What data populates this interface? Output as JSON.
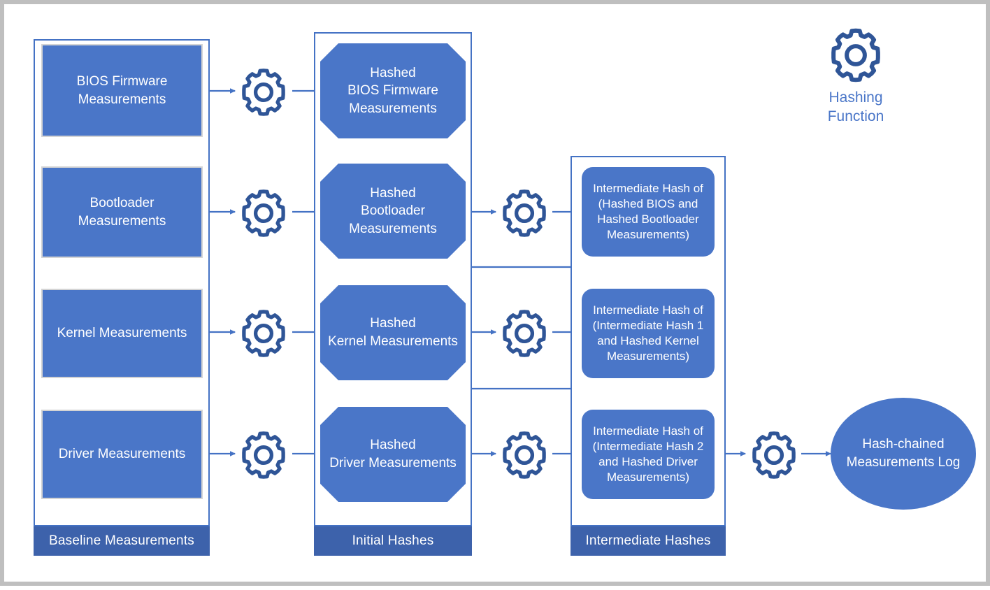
{
  "diagram": {
    "title": "Hash-chained measurement log construction",
    "colors": {
      "node_fill": "#4a76c8",
      "group_border": "#4472c4",
      "footer_fill": "#3d62ab",
      "connector": "#4472c4",
      "gear_stroke": "#2f5597",
      "text_on_node": "#ffffff",
      "legend_text": "#4a76c8",
      "canvas_border": "#bfbfbf"
    }
  },
  "legend": {
    "icon": "gear-icon",
    "label": "Hashing\nFunction"
  },
  "columns": [
    {
      "id": "baseline",
      "footer_label": "Baseline Measurements",
      "nodes": [
        {
          "id": "bios",
          "shape": "rectangle",
          "label": "BIOS Firmware\nMeasurements"
        },
        {
          "id": "bootloader",
          "shape": "rectangle",
          "label": "Bootloader Measurements"
        },
        {
          "id": "kernel",
          "shape": "rectangle",
          "label": "Kernel Measurements"
        },
        {
          "id": "driver",
          "shape": "rectangle",
          "label": "Driver Measurements"
        }
      ]
    },
    {
      "id": "initial-hashes",
      "footer_label": "Initial Hashes",
      "nodes": [
        {
          "id": "hashed-bios",
          "shape": "octagon",
          "label": "Hashed\nBIOS Firmware\nMeasurements"
        },
        {
          "id": "hashed-bootloader",
          "shape": "octagon",
          "label": "Hashed\nBootloader\nMeasurements"
        },
        {
          "id": "hashed-kernel",
          "shape": "octagon",
          "label": "Hashed\nKernel Measurements"
        },
        {
          "id": "hashed-driver",
          "shape": "octagon",
          "label": "Hashed\nDriver Measurements"
        }
      ]
    },
    {
      "id": "intermediate-hashes",
      "footer_label": "Intermediate Hashes",
      "nodes": [
        {
          "id": "interm-1",
          "shape": "rounded-rect",
          "label": "Intermediate Hash of\n(Hashed BIOS and\nHashed Bootloader\nMeasurements)"
        },
        {
          "id": "interm-2",
          "shape": "rounded-rect",
          "label": "Intermediate Hash of\n(Intermediate Hash 1\nand Hashed Kernel\nMeasurements)"
        },
        {
          "id": "interm-3",
          "shape": "rounded-rect",
          "label": "Intermediate Hash of\n(Intermediate Hash 2\nand Hashed Driver\nMeasurements)"
        }
      ]
    }
  ],
  "output": {
    "id": "hash-chained-log",
    "shape": "ellipse",
    "label": "Hash-chained\nMeasurements Log"
  },
  "gears": [
    {
      "id": "gear-bios",
      "row": 1,
      "between": "BIOS Firmware Measurements -> Hashed BIOS Firmware Measurements"
    },
    {
      "id": "gear-bootloader",
      "row": 2,
      "between": "Bootloader Measurements -> Hashed Bootloader Measurements"
    },
    {
      "id": "gear-kernel",
      "row": 3,
      "between": "Kernel Measurements -> Hashed Kernel Measurements"
    },
    {
      "id": "gear-driver",
      "row": 4,
      "between": "Driver Measurements -> Hashed Driver Measurements"
    },
    {
      "id": "gear-interm-1",
      "row": 2,
      "between": "Hashed Bootloader Measurements -> Intermediate Hash 1"
    },
    {
      "id": "gear-interm-2",
      "row": 3,
      "between": "Hashed Kernel Measurements -> Intermediate Hash 2"
    },
    {
      "id": "gear-interm-3",
      "row": 4,
      "between": "Hashed Driver Measurements -> Intermediate Hash 3"
    },
    {
      "id": "gear-output",
      "row": 4,
      "between": "Intermediate Hash 3 -> Hash-chained Measurements Log"
    }
  ]
}
